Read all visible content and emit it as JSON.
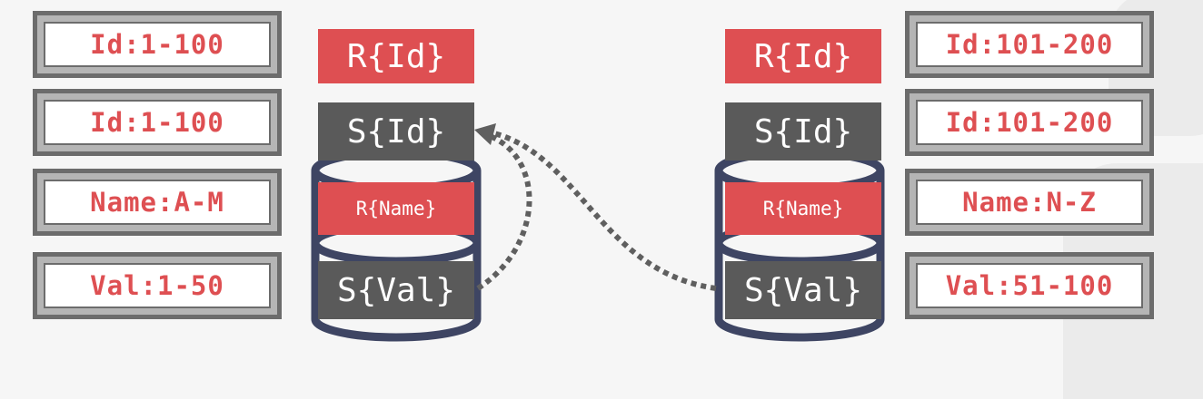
{
  "left_partitions": [
    "Id:1-100",
    "Id:1-100",
    "Name:A-M",
    "Val:1-50"
  ],
  "right_partitions": [
    "Id:101-200",
    "Id:101-200",
    "Name:N-Z",
    "Val:51-100"
  ],
  "left_node": {
    "top_label": "R{Id}",
    "disk_labels": [
      "S{Id}",
      "R{Name}",
      "S{Val}"
    ]
  },
  "right_node": {
    "top_label": "R{Id}",
    "disk_labels": [
      "S{Id}",
      "R{Name}",
      "S{Val}"
    ]
  },
  "colors": {
    "accent_red": "#de4f52",
    "dark_gray": "#5a5a5a",
    "disk_navy": "#3e4563",
    "arrow_gray": "#5f5f5f"
  }
}
